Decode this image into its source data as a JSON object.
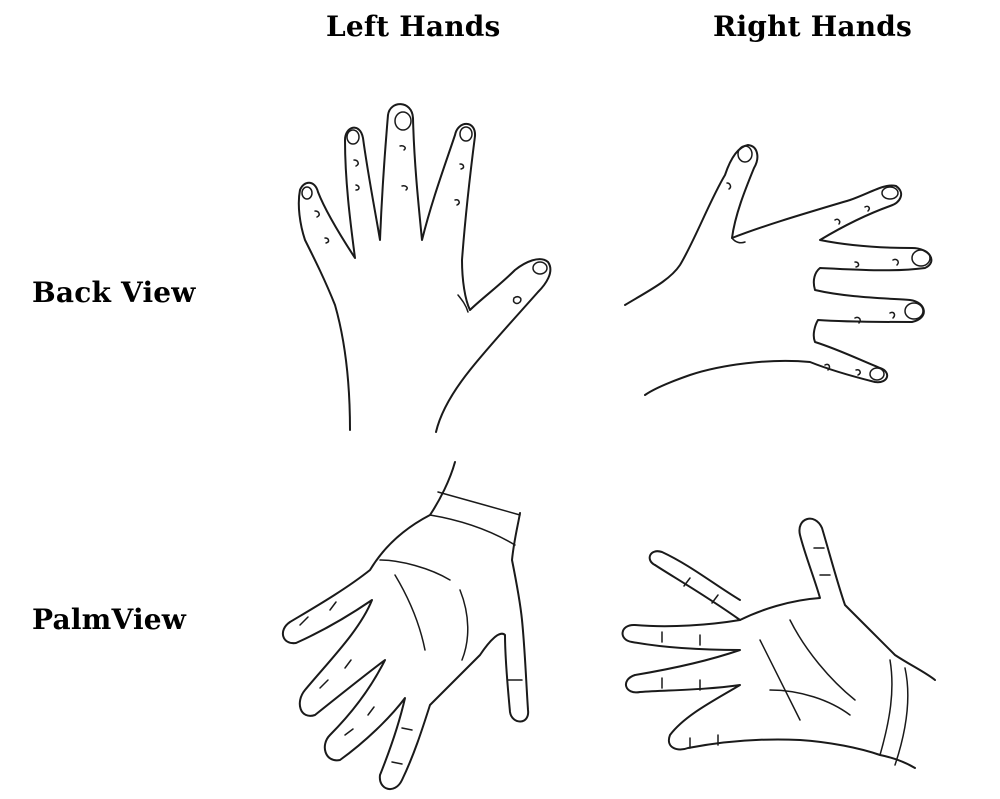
{
  "headers": {
    "left_hands": "Left Hands",
    "right_hands": "Right Hands"
  },
  "rows": {
    "back_view": "Back View",
    "palm_view": "PalmView"
  }
}
